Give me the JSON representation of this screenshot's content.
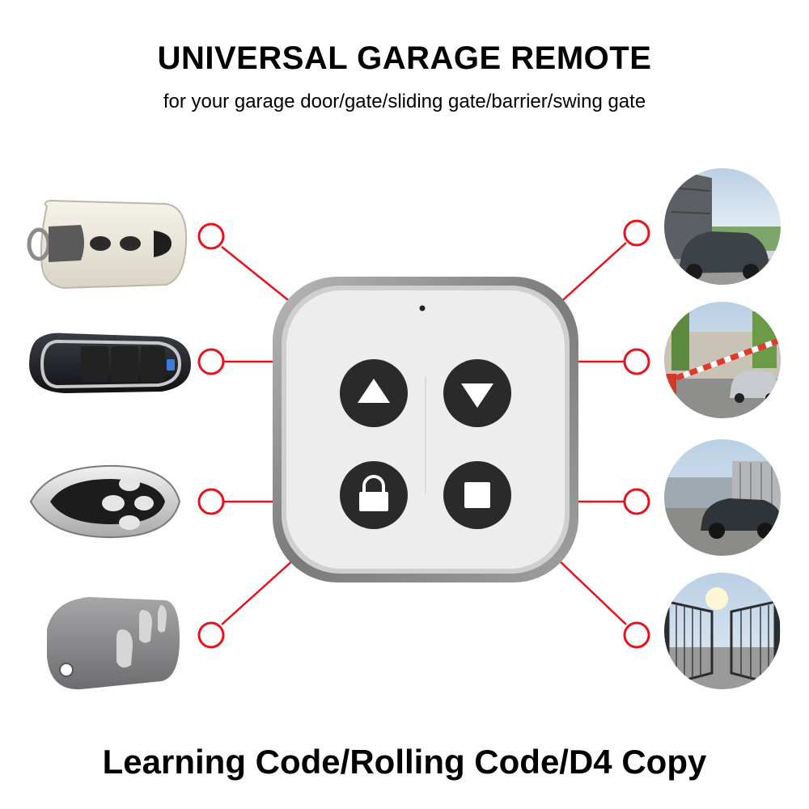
{
  "header": {
    "title": "UNIVERSAL GARAGE REMOTE",
    "subtitle": "for your garage door/gate/sliding gate/barrier/swing gate"
  },
  "footer": {
    "text": "Learning Code/Rolling Code/D4 Copy"
  },
  "remote": {
    "buttons": [
      {
        "icon": "up-arrow-icon"
      },
      {
        "icon": "down-arrow-icon"
      },
      {
        "icon": "padlock-icon"
      },
      {
        "icon": "stop-square-icon"
      }
    ]
  },
  "compatible_remotes": [
    "white-remote",
    "black-remote",
    "silver-remote",
    "grey-remote"
  ],
  "gate_types": [
    "garage-door",
    "barrier",
    "sliding-gate",
    "swing-gate"
  ],
  "colors": {
    "connector": "#e8121c",
    "button": "#2a2a2a",
    "shell": "#ededed",
    "frame": "#8a8a8a"
  }
}
